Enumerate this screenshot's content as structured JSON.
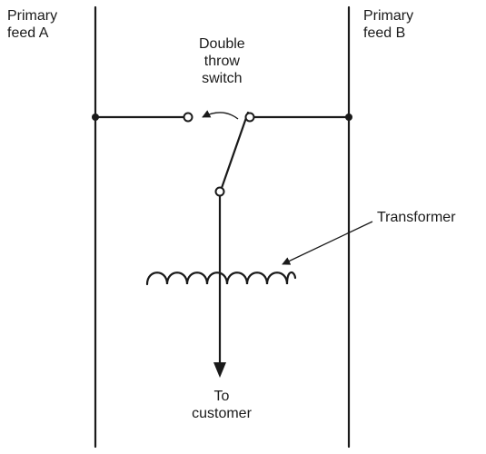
{
  "labels": {
    "feed_a": [
      "Primary",
      "feed A"
    ],
    "feed_b": [
      "Primary",
      "feed B"
    ],
    "switch": [
      "Double",
      "throw",
      "switch"
    ],
    "transformer": "Transformer",
    "customer": [
      "To",
      "customer"
    ]
  },
  "colors": {
    "ink": "#1a1a1a",
    "background": "#ffffff"
  }
}
